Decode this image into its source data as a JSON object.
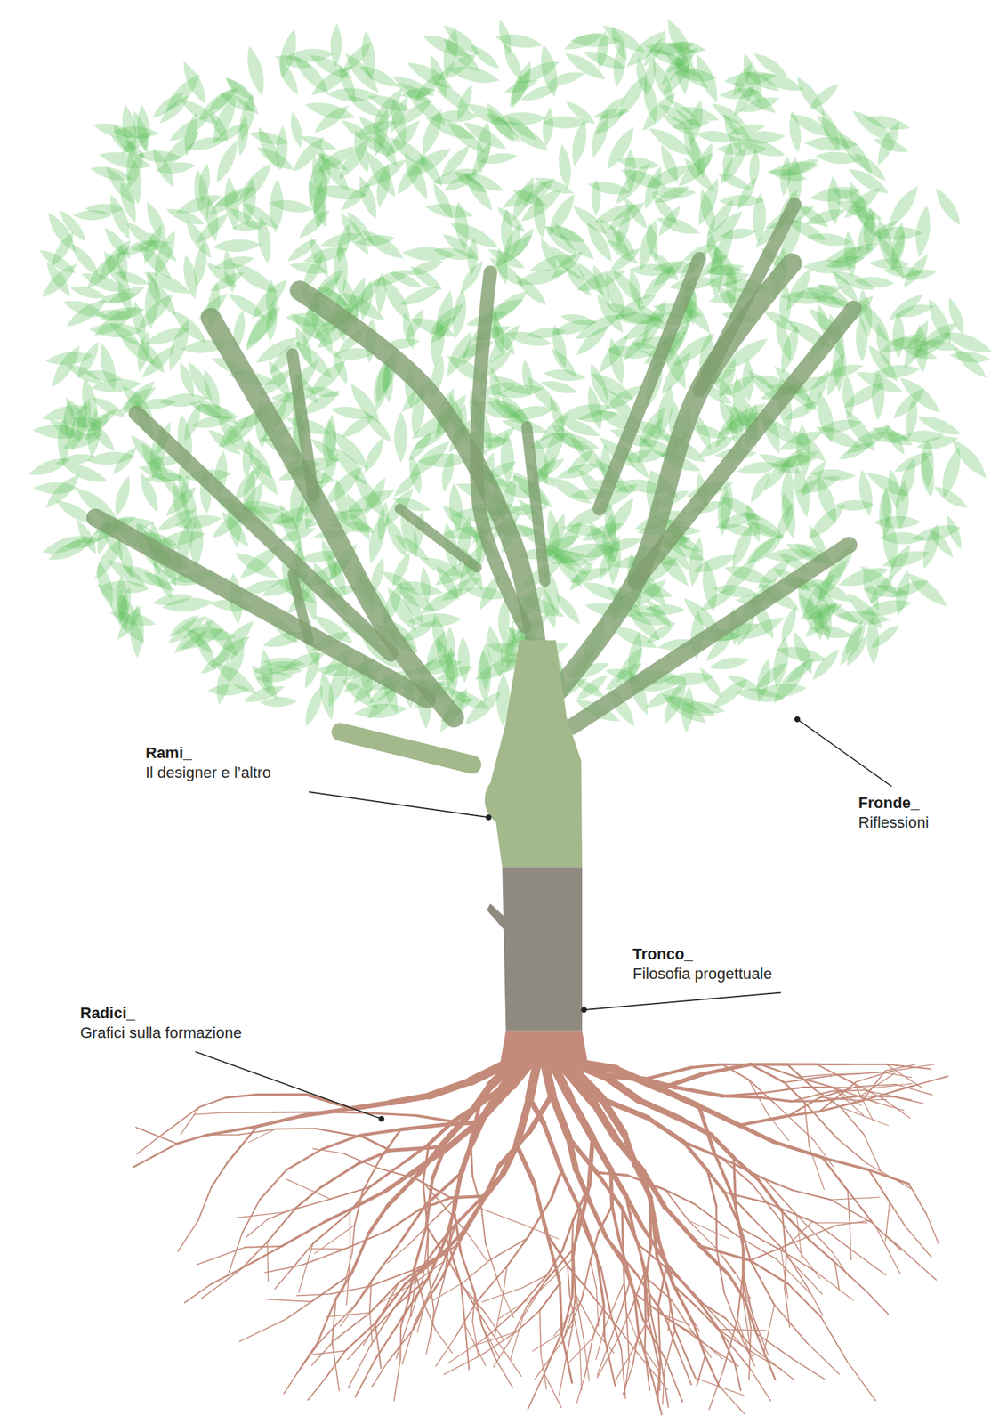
{
  "diagram": {
    "labels": [
      "Rami_",
      "Il designer e l’altro",
      "Fronde_",
      "Riflessioni",
      "Tronco_",
      "Filosofia progettuale",
      "Radici_",
      "Grafici sulla formazione"
    ]
  }
}
